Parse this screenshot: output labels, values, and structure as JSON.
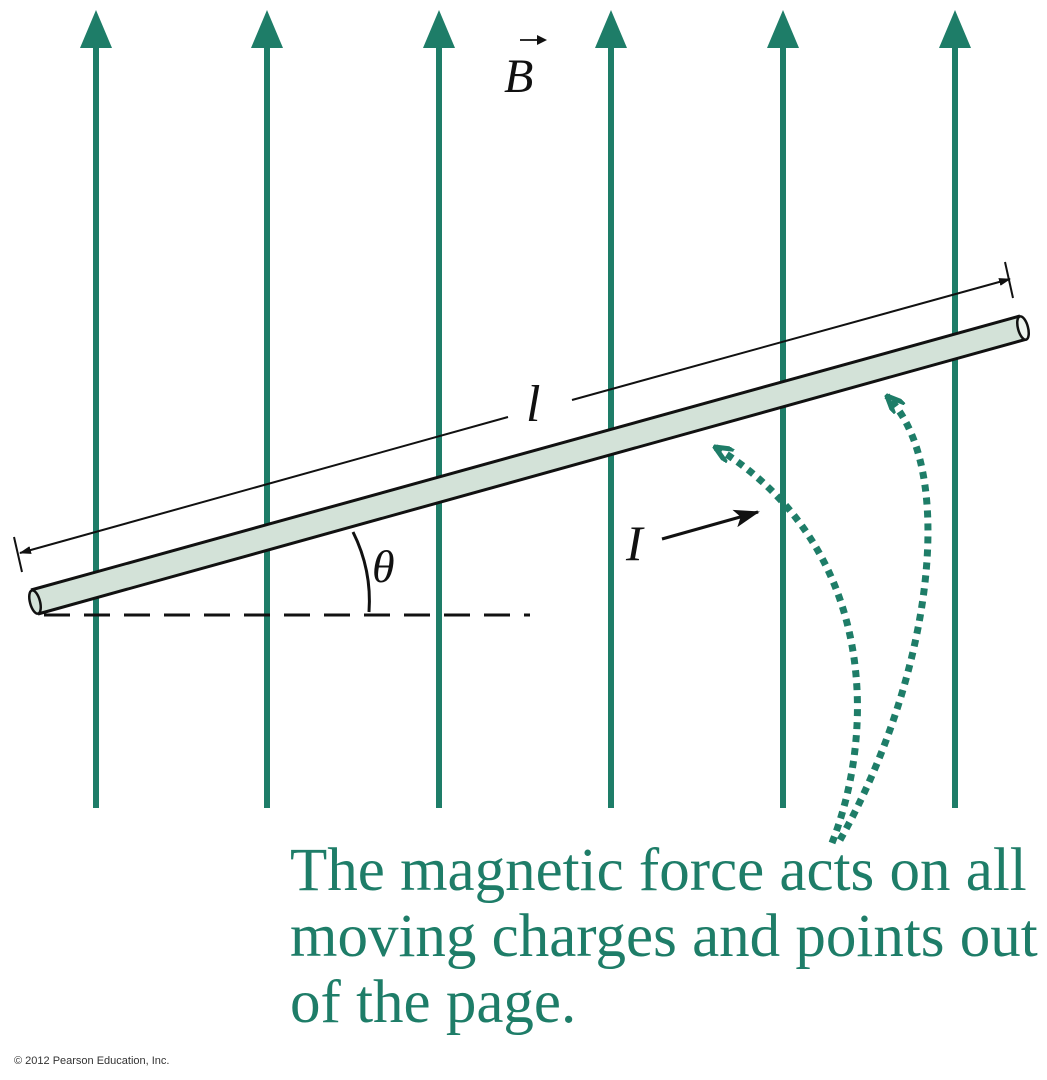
{
  "diagram": {
    "field_symbol": "B",
    "length_symbol": "l",
    "current_symbol": "I",
    "angle_symbol": "θ",
    "field_line_count": 6,
    "caption_lines": [
      "The magnetic force acts on all",
      "moving charges and points out",
      "of the page."
    ],
    "copyright": "© 2012 Pearson Education, Inc."
  },
  "colors": {
    "field_lines": "#1e7d68",
    "caption": "#1e7d68",
    "force_arrows": "#1e7d68",
    "wire_fill": "#d3e2d8",
    "wire_outline": "#111111",
    "labels": "#111111"
  }
}
